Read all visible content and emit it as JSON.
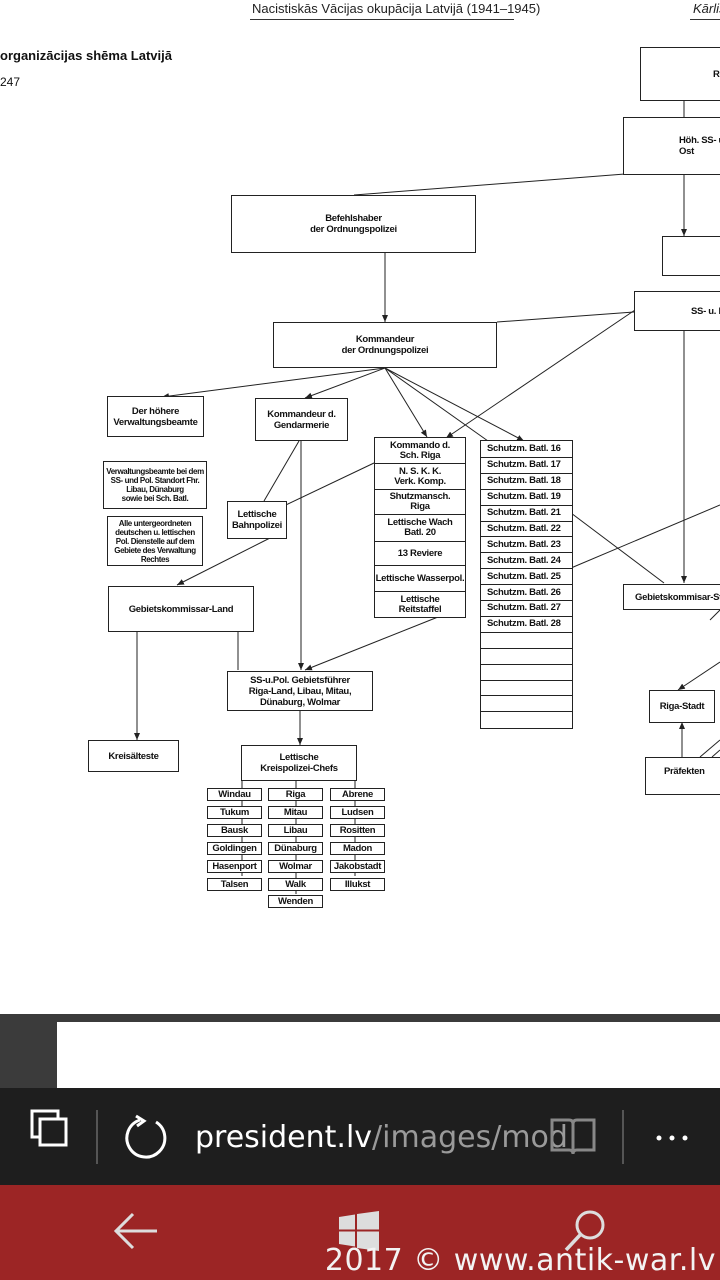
{
  "header": {
    "running_title": "Nacistiskās Vācijas okupācija Latvijā (1941–1945)",
    "author_cut": "Kārlis"
  },
  "figure": {
    "title": "organizācijas shēma Latvijā",
    "page_ref": "247"
  },
  "nodes": {
    "reichsfuehrer_cut": "Re",
    "hoeh_ss_cut": "Höh. SS- u\nOst",
    "bdo": "Befehlshaber\nder Ordnungspolizei",
    "ss_u_cut": "SS- u. P",
    "kdo": "Kommandeur\nder Ordnungspolizei",
    "hoehere_verwaltung": "Der höhere\nVerwaltungsbeamte",
    "kdr_gendarmerie": "Kommandeur d.\nGendarmerie",
    "verwaltungsbeamte": "Verwaltungsbeamte bei dem\nSS- und Pol. Standort Fhr.\nLibau, Dünaburg\nsowie bei Sch. Batl.",
    "untergeordnete": "Alle untergeordneten\ndeutschen u. lettischen\nPol. Dienstelle auf dem\nGebiete des Verwaltung\nRechtes",
    "bahnpolizei": "Lettische\nBahnpolizei",
    "gebietskommissar_land": "Gebietskommissar-Land",
    "gebietskommissar_stadt_cut": "Gebietskommisar-Sta",
    "ss_pol_gebietsfuehrer": "SS-u.Pol. Gebietsführer\nRiga-Land, Libau, Mitau,\nDünaburg, Wolmar",
    "kreisaelteste": "Kreisälteste",
    "kreispolizei": "Lettische\nKreispolizei-Chefs",
    "riga_stadt": "Riga-Stadt",
    "praefekten": "Präfekten"
  },
  "riga_column": [
    "Kommando d.\nSch. Riga",
    "N. S. K. K.\nVerk. Komp.",
    "Shutzmansch.\nRiga",
    "Lettische Wach\nBatl. 20",
    "13 Reviere",
    "Lettische Wasserpol.",
    "Lettische\nReitstaffel"
  ],
  "battalions": [
    "Schutzm. Batl. 16",
    "Schutzm. Batl. 17",
    "Schutzm. Batl. 18",
    "Schutzm. Batl. 19",
    "Schutzm. Batl. 21",
    "Schutzm. Batl. 22",
    "Schutzm. Batl. 23",
    "Schutzm. Batl. 24",
    "Schutzm. Batl. 25",
    "Schutzm. Batl. 26",
    "Schutzm. Batl. 27",
    "Schutzm. Batl. 28"
  ],
  "districts": {
    "col1": [
      "Windau",
      "Tukum",
      "Bausk",
      "Goldingen",
      "Hasenport",
      "Talsen"
    ],
    "col2": [
      "Riga",
      "Mitau",
      "Libau",
      "Dünaburg",
      "Wolmar",
      "Walk",
      "Wenden"
    ],
    "col3": [
      "Abrene",
      "Ludsen",
      "Rositten",
      "Madon",
      "Jakobstadt",
      "Illukst"
    ]
  },
  "browser": {
    "url_host": "president.lv",
    "url_path": "/images/mod",
    "tabs_icon": "tabs-icon",
    "refresh_icon": "refresh-icon",
    "reading_icon": "reading-view-icon",
    "more_icon": "more-icon"
  },
  "taskbar": {
    "back_icon": "back-arrow-icon",
    "windows_icon": "windows-logo-icon",
    "search_icon": "search-icon"
  },
  "watermark": "2017 © www.antik-war.lv"
}
